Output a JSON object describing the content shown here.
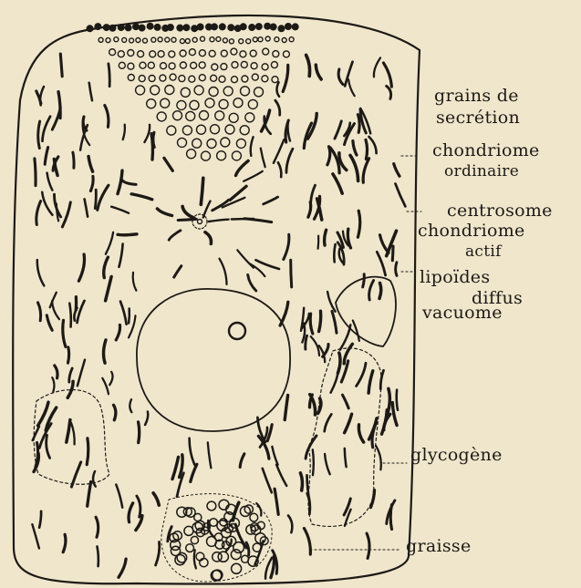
{
  "labels": {
    "grains_secretion_1": "grains de",
    "grains_secretion_2": "secrétion",
    "chondriome_ordinaire_1": "chondriome",
    "chondriome_ordinaire_2": "ordinaire",
    "centrosome": "centrosome",
    "chondriome_actif_1": "chondriome",
    "chondriome_actif_2": "actif",
    "lipoides_diffus_1": "lipoïdes",
    "lipoides_diffus_2": "diffus",
    "vacuome": "vacuome",
    "glycogene": "glycogène",
    "graisse": "graisse"
  },
  "colors": {
    "paper": "#efe6cc",
    "ink": "#1d1a16"
  }
}
